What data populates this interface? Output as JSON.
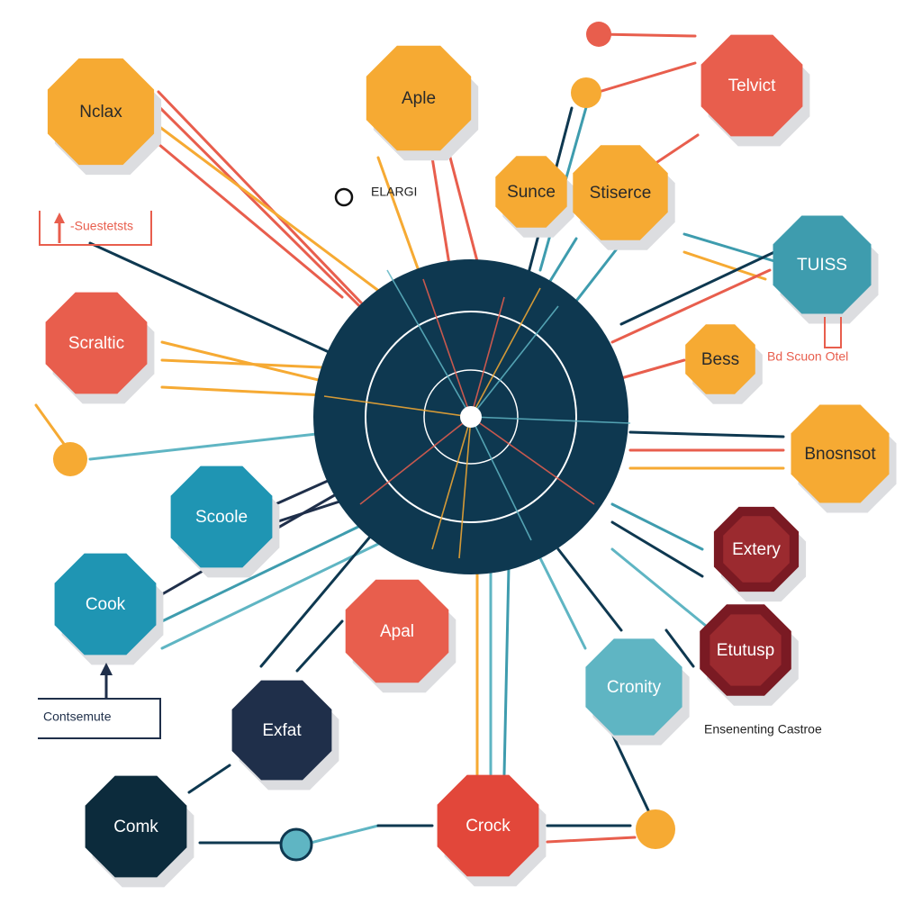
{
  "colors": {
    "orange": "#F6AA33",
    "red": "#E85E4D",
    "crimson": "#E2473A",
    "teal": "#3E9CAE",
    "blue": "#1F95B3",
    "lightblue": "#5FB5C3",
    "navy": "#1F2F4A",
    "darknavy": "#0C2B3C",
    "maroon": "#7A1A23",
    "hub": "#0E3850",
    "shadow": "#DCDDE0"
  },
  "nodes": [
    {
      "id": "nclax",
      "label": "Nclax",
      "color": "orange"
    },
    {
      "id": "aple",
      "label": "Aple",
      "color": "orange"
    },
    {
      "id": "telvict",
      "label": "Telvict",
      "color": "red"
    },
    {
      "id": "sunce",
      "label": "Sunce",
      "color": "orange"
    },
    {
      "id": "stiserce",
      "label": "Stiserce",
      "color": "orange"
    },
    {
      "id": "tuiss",
      "label": "TUISS",
      "color": "teal"
    },
    {
      "id": "scraltic",
      "label": "Scraltic",
      "color": "red"
    },
    {
      "id": "bess",
      "label": "Bess",
      "color": "orange"
    },
    {
      "id": "bnosnsot",
      "label": "Bnosnsot",
      "color": "orange"
    },
    {
      "id": "scoole",
      "label": "Scoole",
      "color": "blue"
    },
    {
      "id": "extery",
      "label": "Extery",
      "color": "maroon"
    },
    {
      "id": "cook",
      "label": "Cook",
      "color": "blue"
    },
    {
      "id": "apal",
      "label": "Apal",
      "color": "red"
    },
    {
      "id": "etutusp",
      "label": "Etutusp",
      "color": "maroon"
    },
    {
      "id": "cronity",
      "label": "Cronity",
      "color": "lightblue"
    },
    {
      "id": "exfat",
      "label": "Exfat",
      "color": "navy"
    },
    {
      "id": "comk",
      "label": "Comk",
      "color": "darknavy"
    },
    {
      "id": "crock",
      "label": "Crock",
      "color": "crimson"
    }
  ],
  "annotations": [
    {
      "id": "elargi",
      "text": "ELARGI"
    },
    {
      "id": "suestetsts",
      "text": "-Suestetsts"
    },
    {
      "id": "bd-scuon",
      "text": "Bd Scuon Otel"
    },
    {
      "id": "contsemute",
      "text": "Contsemute"
    },
    {
      "id": "ensenenting",
      "text": "Ensenenting Castroe"
    }
  ]
}
